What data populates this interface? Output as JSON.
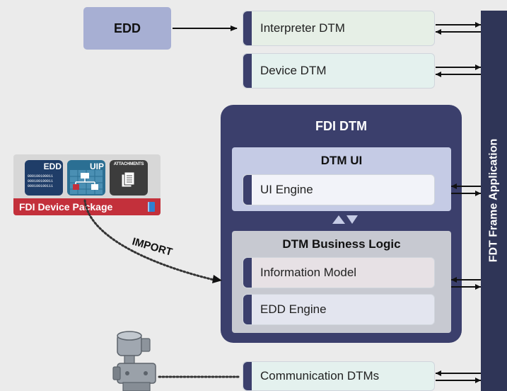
{
  "edd_box": {
    "label": "EDD"
  },
  "interpreter_dtm": {
    "label": "Interpreter DTM"
  },
  "device_dtm": {
    "label": "Device DTM"
  },
  "fdi_dtm": {
    "title": "FDI DTM",
    "dtm_ui": {
      "title": "DTM UI",
      "ui_engine": "UI Engine"
    },
    "business_logic": {
      "title": "DTM Business Logic",
      "information_model": "Information Model",
      "edd_engine": "EDD Engine"
    }
  },
  "package": {
    "label": "FDI Device Package",
    "tiles": [
      {
        "label": "EDD",
        "binary": [
          "000100100011",
          "000100100011",
          "000100100111"
        ]
      },
      {
        "label": "UIP"
      },
      {
        "label": "ATTACHMENTS"
      }
    ]
  },
  "import_label": "IMPORT",
  "communication_dtms": {
    "label": "Communication DTMs"
  },
  "frame": {
    "label": "FDT Frame Application"
  },
  "colors": {
    "navy": "#3b3f6c",
    "frame": "#2f3557",
    "red": "#c3303b",
    "green_tint": "#e6efe6",
    "lavender": "#c5cbe5"
  }
}
